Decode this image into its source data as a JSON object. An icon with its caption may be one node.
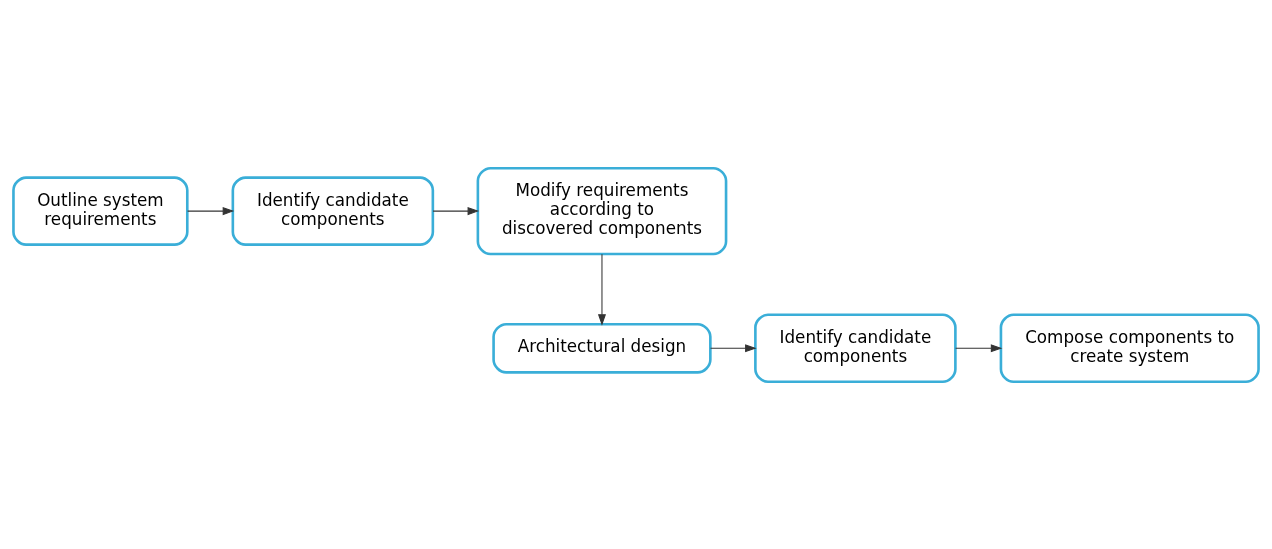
{
  "diagram": {
    "nodes": [
      {
        "text": [
          "Outline system requirements"
        ]
      },
      {
        "text": [
          "Identify candidate components"
        ]
      },
      {
        "text": [
          "Modify requirements according to discovered components"
        ]
      },
      {
        "text": [
          "Architectural design"
        ]
      },
      {
        "text": [
          "Identify candidate components"
        ]
      },
      {
        "text": [
          "Compose components to create system"
        ]
      }
    ],
    "edges": [
      {
        "from": 0,
        "to": 1,
        "arrow": "to"
      },
      {
        "from": 1,
        "to": 2,
        "arrow": "to"
      },
      {
        "from": 2,
        "to": 3,
        "arrow": "to"
      },
      {
        "from": 3,
        "to": 4,
        "arrow": "to"
      },
      {
        "from": 4,
        "to": 5,
        "arrow": "to"
      }
    ]
  }
}
